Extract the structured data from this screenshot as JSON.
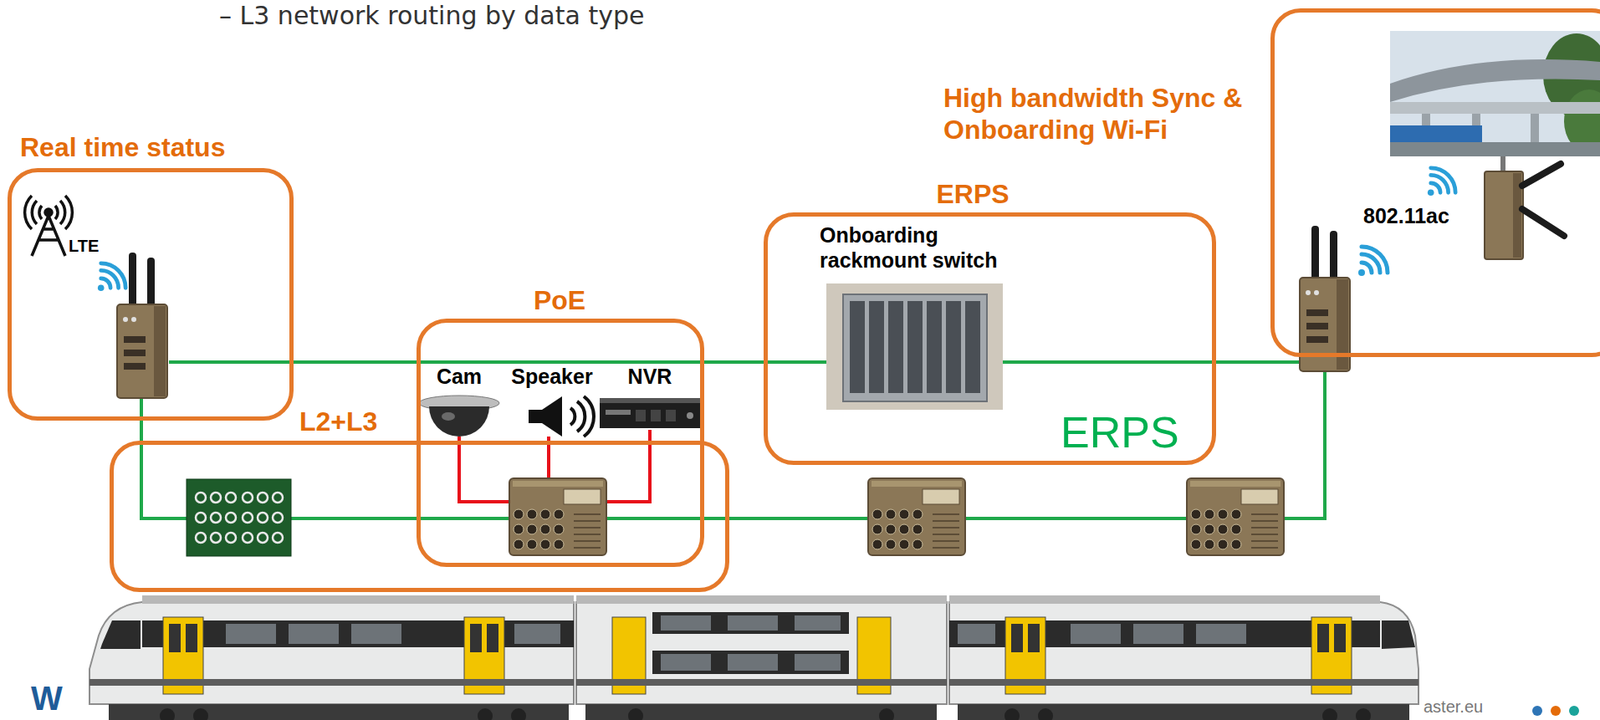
{
  "diagram": {
    "nodes": [
      {
        "text": [
          "Real time status",
          "LTE"
        ]
      },
      {
        "text": [
          "L2+L3"
        ]
      },
      {
        "text": [
          "PoE",
          "Cam",
          "Speaker",
          "NVR"
        ]
      },
      {
        "text": [
          "ERPS",
          "Onboarding rackmount switch",
          "ERPS"
        ]
      },
      {
        "text": [
          "High bandwidth Sync & Onboarding Wi-Fi",
          "802.11ac"
        ]
      }
    ],
    "labels": [
      "– L3 network routing by data type",
      "W",
      "aster.eu"
    ]
  }
}
